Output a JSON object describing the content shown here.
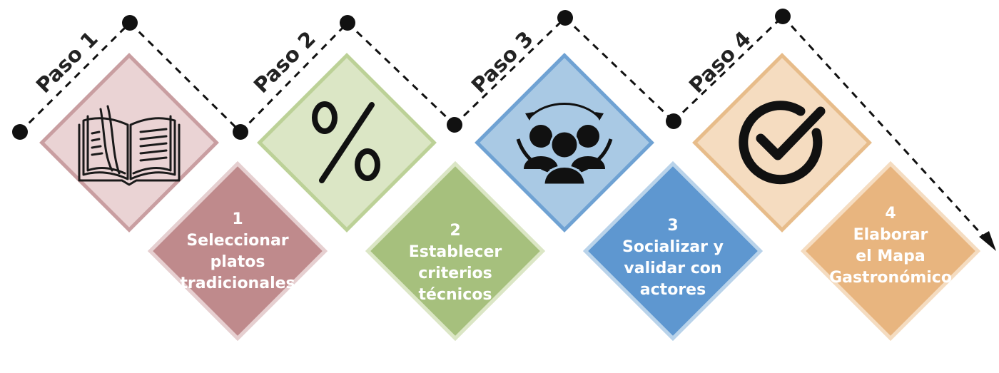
{
  "steps": [
    {
      "label": "Paso 1",
      "number": "1",
      "lines": [
        "Seleccionar",
        "platos",
        "tradicionales"
      ],
      "icon": "open-book-icon",
      "top_color": "#ead3d4",
      "top_border": "#c99ea1",
      "bottom_color": "#bf8a8c",
      "bottom_border": "#e6cfd0"
    },
    {
      "label": "Paso 2",
      "number": "2",
      "lines": [
        "Establecer",
        "criterios",
        "técnicos"
      ],
      "icon": "percent-icon",
      "top_color": "#dbe6c5",
      "top_border": "#bcd197",
      "bottom_color": "#a6c07d",
      "bottom_border": "#dbe6c5"
    },
    {
      "label": "Paso 3",
      "number": "3",
      "lines": [
        "Socializar y",
        "validar con",
        "actores"
      ],
      "icon": "group-people-icon",
      "top_color": "#a9c9e4",
      "top_border": "#6fa2d3",
      "bottom_color": "#5e97d0",
      "bottom_border": "#b9d3ea"
    },
    {
      "label": "Paso 4",
      "number": "4",
      "lines": [
        "Elaborar",
        "el Mapa",
        "Gastronómico"
      ],
      "icon": "checkmark-circle-icon",
      "top_color": "#f5dcc0",
      "top_border": "#e7bc8a",
      "bottom_color": "#e8b57f",
      "bottom_border": "#f5dcc0"
    }
  ]
}
